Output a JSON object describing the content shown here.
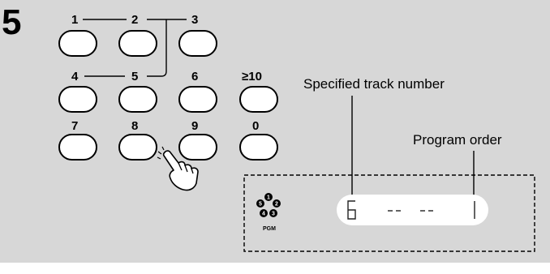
{
  "step_number": "5",
  "keypad": {
    "keys": [
      {
        "label": "1"
      },
      {
        "label": "2"
      },
      {
        "label": "3"
      },
      {
        "label": "4"
      },
      {
        "label": "5"
      },
      {
        "label": "6"
      },
      {
        "label": "≥10"
      },
      {
        "label": "7"
      },
      {
        "label": "8"
      },
      {
        "label": "9"
      },
      {
        "label": "0"
      }
    ]
  },
  "callouts": {
    "specified_track": "Specified track number",
    "program_order": "Program order"
  },
  "display": {
    "track_digit": "6",
    "separator": "-- --",
    "order_digit": "1",
    "pgm_label": "PGM",
    "disc_numbers": [
      "1",
      "2",
      "3",
      "4",
      "5"
    ]
  },
  "colors": {
    "background": "#d7d7d7",
    "button_fill": "#ffffff",
    "outline": "#000000"
  }
}
